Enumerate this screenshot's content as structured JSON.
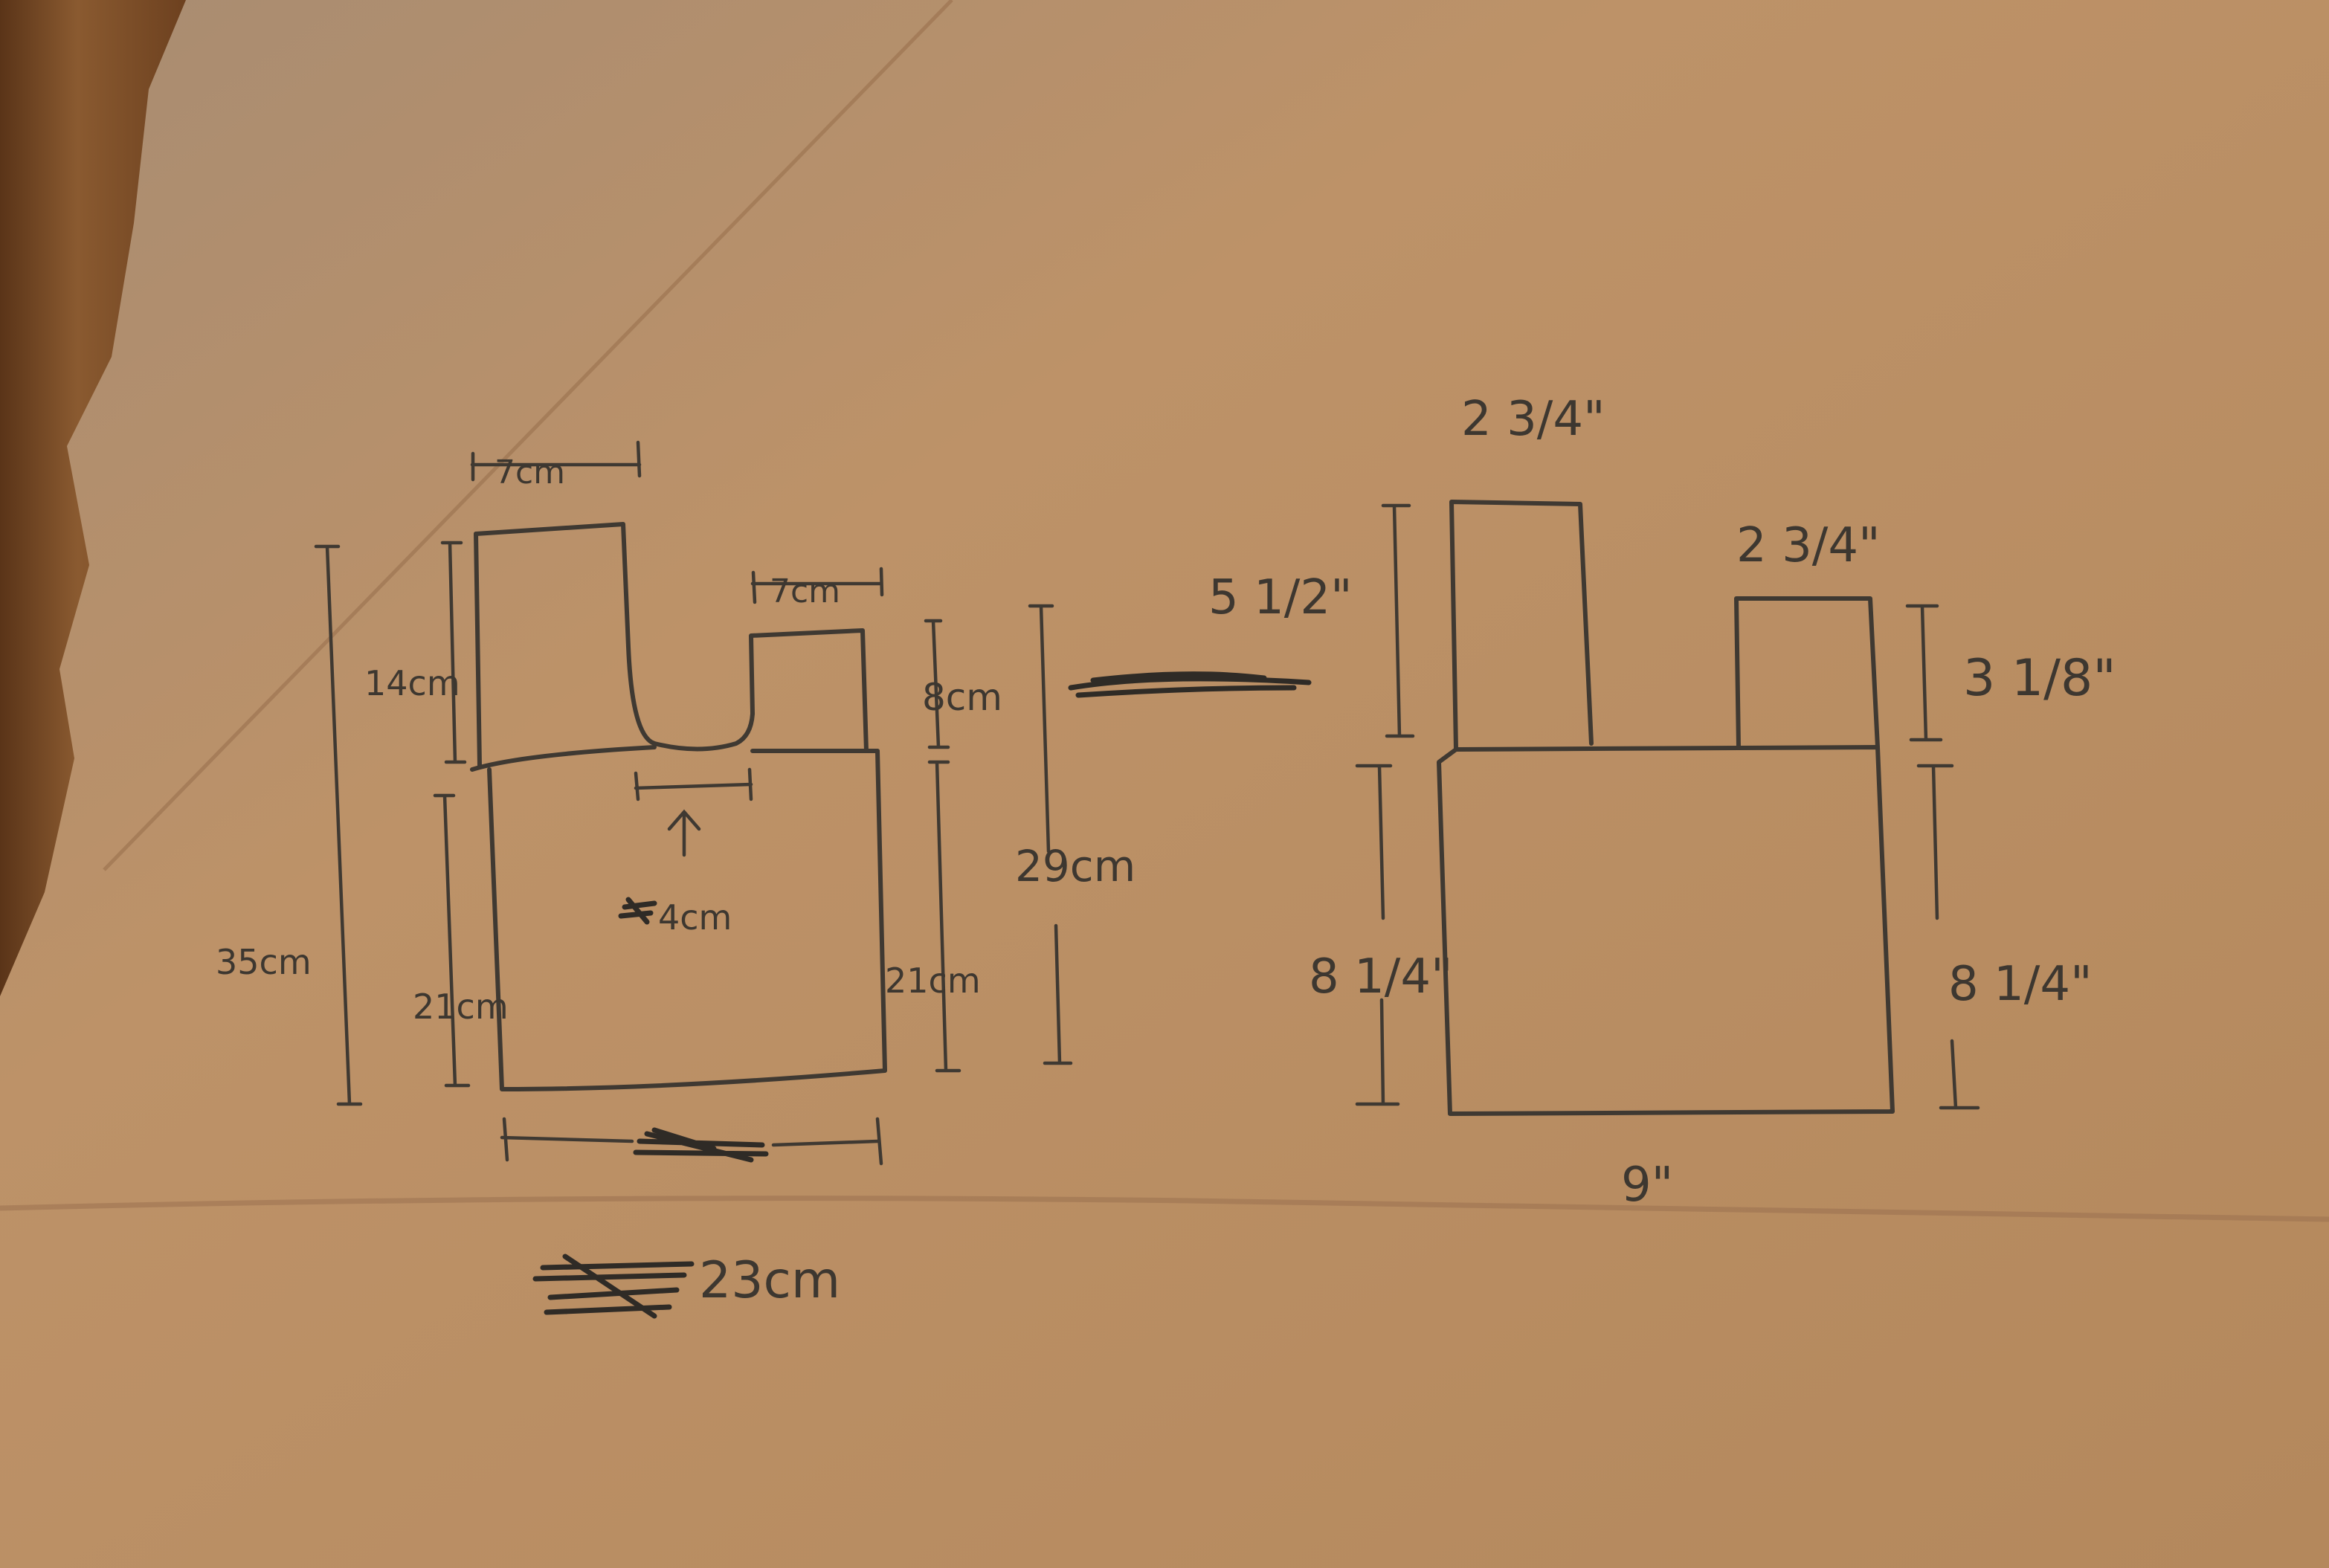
{
  "metric_sketch": {
    "handle_left_width": "7cm",
    "handle_right_width": "7cm",
    "handle_left_height": "14cm",
    "handle_right_height": "8cm",
    "body_left_height": "21cm",
    "body_right_height": "21cm",
    "total_height": "35cm",
    "right_total_height": "29cm",
    "gap_width": "4cm",
    "bottom_width": "23cm"
  },
  "imperial_sketch": {
    "handle_left_width": "2 3/4\"",
    "handle_right_width": "2 3/4\"",
    "handle_left_height": "5 1/2\"",
    "handle_right_height": "3 1/8\"",
    "body_left_height": "8 1/4\"",
    "body_right_height": "8 1/4\"",
    "bottom_width": "9\""
  },
  "colors": {
    "paper": "#b98d62",
    "ink": "#3f3932",
    "wood": "#7a4a26"
  }
}
